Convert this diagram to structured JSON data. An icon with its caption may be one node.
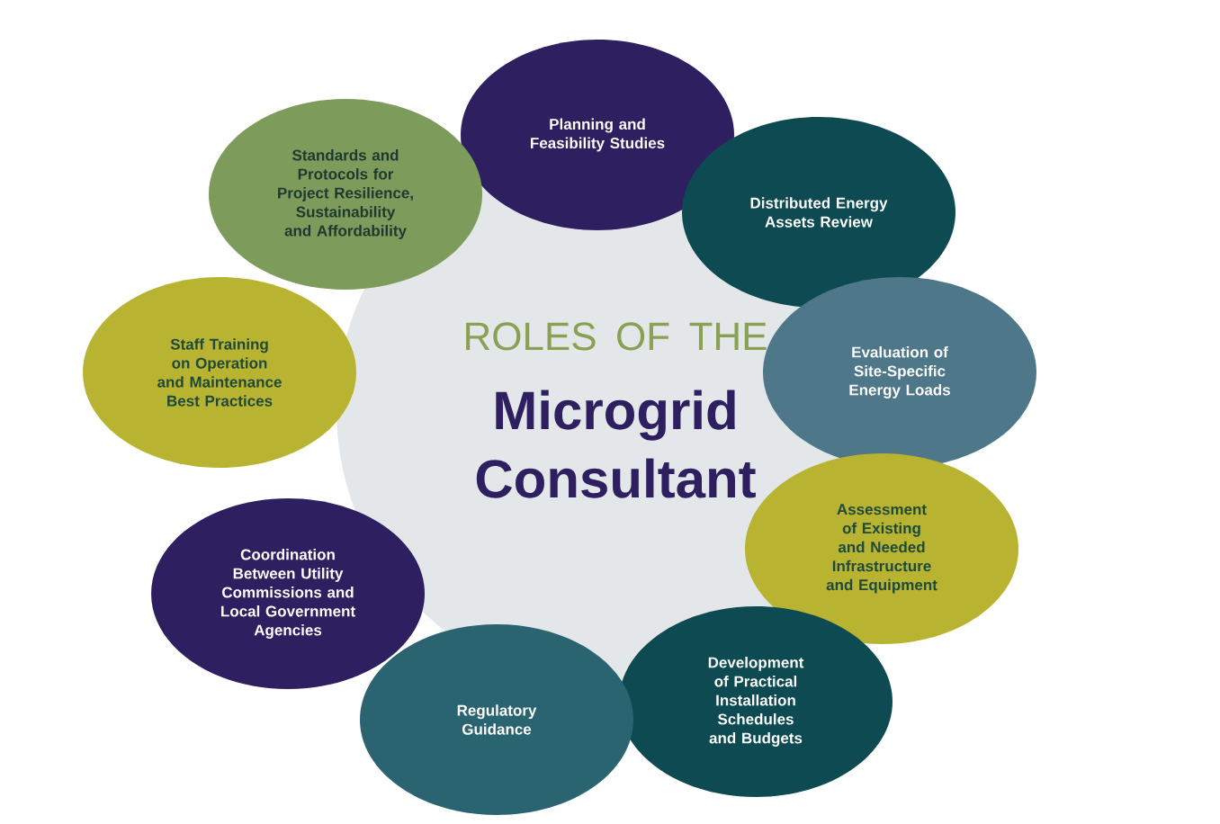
{
  "diagram": {
    "nodes": [
      {
        "text": [
          "ROLES OF THE",
          "Microgrid Consultant"
        ]
      },
      {
        "text": [
          "Planning and Feasibility Studies"
        ]
      },
      {
        "text": [
          "Distributed Energy Assets Review"
        ]
      },
      {
        "text": [
          "Evaluation of Site-Specific Energy Loads"
        ]
      },
      {
        "text": [
          "Assessment of Existing and Needed Infrastructure and Equipment"
        ]
      },
      {
        "text": [
          "Development of Practical Installation Schedules and Budgets"
        ]
      },
      {
        "text": [
          "Regulatory Guidance"
        ]
      },
      {
        "text": [
          "Coordination Between Utility Commissions and Local Government Agencies"
        ]
      },
      {
        "text": [
          "Staff Training on Operation and Maintenance Best Practices"
        ]
      },
      {
        "text": [
          "Standards and Protocols for Project Resilience, Sustainability and Affordability"
        ]
      }
    ],
    "edges": []
  }
}
